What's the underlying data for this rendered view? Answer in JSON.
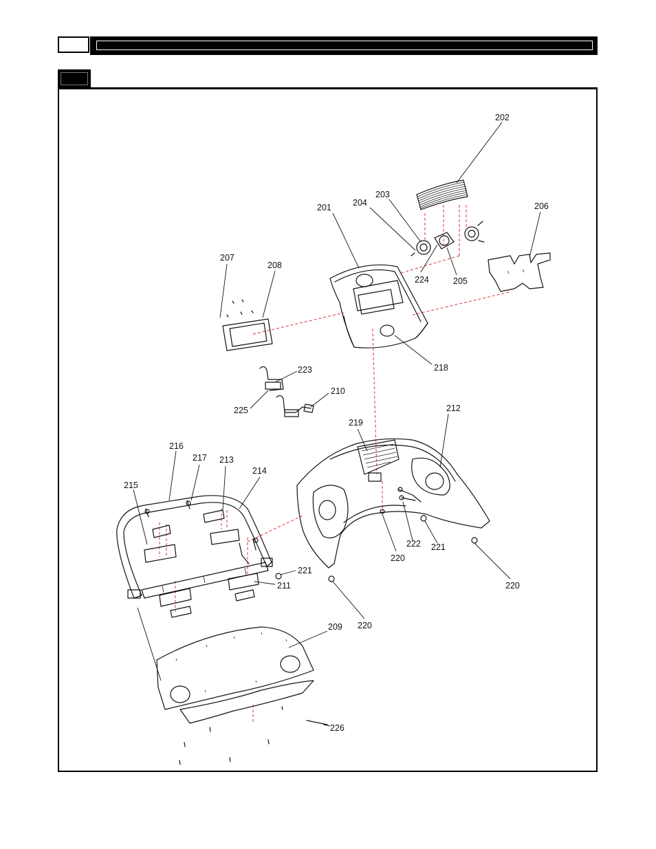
{
  "header": {
    "page_box": "",
    "title": ""
  },
  "section": {
    "tab": ""
  },
  "diagram": {
    "labels": [
      {
        "id": "202",
        "text": "202"
      },
      {
        "id": "203",
        "text": "203"
      },
      {
        "id": "204",
        "text": "204"
      },
      {
        "id": "201",
        "text": "201"
      },
      {
        "id": "206",
        "text": "206"
      },
      {
        "id": "207",
        "text": "207"
      },
      {
        "id": "208",
        "text": "208"
      },
      {
        "id": "224",
        "text": "224"
      },
      {
        "id": "205",
        "text": "205"
      },
      {
        "id": "218",
        "text": "218"
      },
      {
        "id": "223",
        "text": "223"
      },
      {
        "id": "225",
        "text": "225"
      },
      {
        "id": "210",
        "text": "210"
      },
      {
        "id": "219",
        "text": "219"
      },
      {
        "id": "212",
        "text": "212"
      },
      {
        "id": "216",
        "text": "216"
      },
      {
        "id": "217",
        "text": "217"
      },
      {
        "id": "213",
        "text": "213"
      },
      {
        "id": "214",
        "text": "214"
      },
      {
        "id": "215",
        "text": "215"
      },
      {
        "id": "221a",
        "text": "221"
      },
      {
        "id": "211",
        "text": "211"
      },
      {
        "id": "220a",
        "text": "220"
      },
      {
        "id": "222",
        "text": "222"
      },
      {
        "id": "221b",
        "text": "221"
      },
      {
        "id": "220b",
        "text": "220"
      },
      {
        "id": "220c",
        "text": "220"
      },
      {
        "id": "209",
        "text": "209"
      },
      {
        "id": "226",
        "text": "226"
      }
    ]
  }
}
